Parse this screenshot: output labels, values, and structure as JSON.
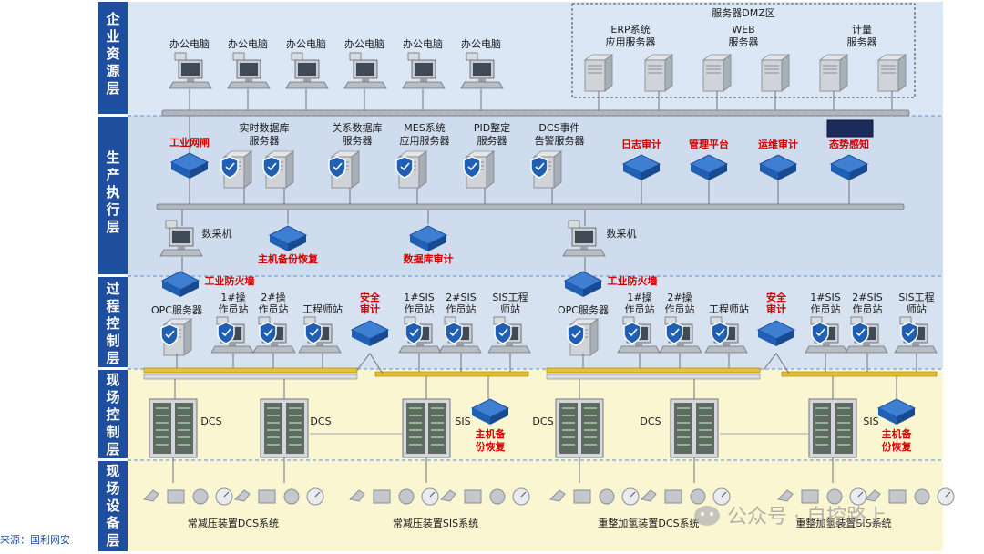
{
  "layers": [
    {
      "key": "enterprise",
      "title": "企业资源层"
    },
    {
      "key": "production",
      "title": "生产执行层"
    },
    {
      "key": "process",
      "title": "过程控制层"
    },
    {
      "key": "field_control",
      "title": "现场控制层"
    },
    {
      "key": "field_device",
      "title": "现场设备层"
    }
  ],
  "enterprise": {
    "office_pc_label": "办公电脑",
    "office_pc_count": 6,
    "dmz_title": "服务器DMZ区",
    "dmz_servers": [
      {
        "line1": "ERP系统",
        "line2": "应用服务器"
      },
      {
        "line1": "WEB",
        "line2": "服务器"
      },
      {
        "line1": "计量",
        "line2": "服务器"
      }
    ]
  },
  "production": {
    "industrial_gateway": "工业网闸",
    "servers": [
      {
        "line1": "实时数据库",
        "line2": "服务器"
      },
      {
        "line1": "关系数据库",
        "line2": "服务器"
      },
      {
        "line1": "MES系统",
        "line2": "应用服务器"
      },
      {
        "line1": "PID整定",
        "line2": "服务器"
      },
      {
        "line1": "DCS事件",
        "line2": "告警服务器"
      }
    ],
    "security_devices": [
      "日志审计",
      "管理平台",
      "运维审计",
      "态势感知"
    ],
    "collector_label": "数采机",
    "host_backup": "主机备份恢复",
    "db_audit": "数据库审计"
  },
  "process": {
    "firewall": "工业防火墙",
    "opc_server": "OPC服务器",
    "station_1": {
      "line1": "1#操",
      "line2": "作员站"
    },
    "station_2": {
      "line1": "2#操",
      "line2": "作员站"
    },
    "engineer": "工程师站",
    "security_audit": {
      "line1": "安全",
      "line2": "审计"
    },
    "sis_1": {
      "line1": "1#SIS",
      "line2": "作员站"
    },
    "sis_2": {
      "line1": "2#SIS",
      "line2": "作员站"
    },
    "sis_engineer": {
      "line1": "SIS工程",
      "line2": "师站"
    }
  },
  "field_control": {
    "dcs_label": "DCS",
    "sis_label": "SIS",
    "backup": {
      "line1": "主机备",
      "line2": "份恢复"
    }
  },
  "field_device": {
    "systems": [
      "常减压装置DCS系统",
      "常减压装置SIS系统",
      "重整加氢装置DCS系统",
      "重整加氢装置SIS系统"
    ]
  },
  "watermark": "公众号 · 自控路上",
  "source": "来源：国利网安",
  "colors": {
    "layer_header": "#1f4e9e",
    "enterprise_bg": "#dbe7f5",
    "production_bg": "#cfdcee",
    "process_bg": "#d7e2f0",
    "field_control_bg": "#fbf6d2",
    "field_device_bg": "#fbf6d2",
    "security_red": "#d40000",
    "device_blue": "#1f5fb4"
  }
}
